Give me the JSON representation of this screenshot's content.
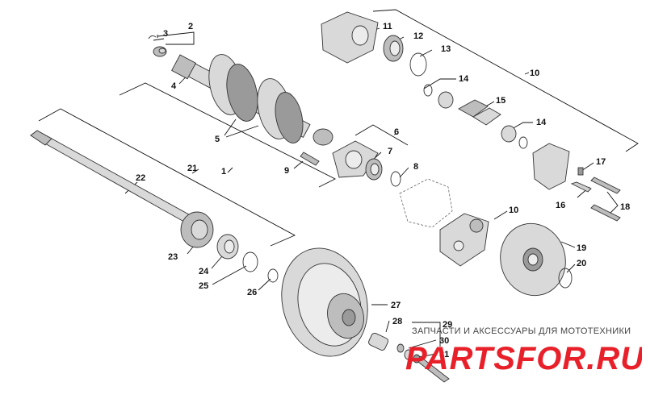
{
  "callouts": [
    {
      "id": "c1",
      "text": "1"
    },
    {
      "id": "c2",
      "text": "2"
    },
    {
      "id": "c3",
      "text": "3"
    },
    {
      "id": "c4",
      "text": "4"
    },
    {
      "id": "c5",
      "text": "5"
    },
    {
      "id": "c6",
      "text": "6"
    },
    {
      "id": "c7",
      "text": "7"
    },
    {
      "id": "c8",
      "text": "8"
    },
    {
      "id": "c9",
      "text": "9"
    },
    {
      "id": "c10a",
      "text": "10"
    },
    {
      "id": "c10b",
      "text": "10"
    },
    {
      "id": "c11",
      "text": "11"
    },
    {
      "id": "c12",
      "text": "12"
    },
    {
      "id": "c13",
      "text": "13"
    },
    {
      "id": "c14a",
      "text": "14"
    },
    {
      "id": "c14b",
      "text": "14"
    },
    {
      "id": "c15",
      "text": "15"
    },
    {
      "id": "c16",
      "text": "16"
    },
    {
      "id": "c17",
      "text": "17"
    },
    {
      "id": "c18",
      "text": "18"
    },
    {
      "id": "c19",
      "text": "19"
    },
    {
      "id": "c20",
      "text": "20"
    },
    {
      "id": "c21",
      "text": "21"
    },
    {
      "id": "c22",
      "text": "22"
    },
    {
      "id": "c23",
      "text": "23"
    },
    {
      "id": "c24",
      "text": "24"
    },
    {
      "id": "c25",
      "text": "25"
    },
    {
      "id": "c26",
      "text": "26"
    },
    {
      "id": "c27",
      "text": "27"
    },
    {
      "id": "c28",
      "text": "28"
    },
    {
      "id": "c29",
      "text": "29"
    },
    {
      "id": "c30",
      "text": "30"
    },
    {
      "id": "c31",
      "text": "31"
    }
  ],
  "watermark": {
    "tagline": "ЗАПЧАСТИ И АКСЕССУАРЫ ДЛЯ МОТОТЕХНИКИ",
    "logo_text": "PARTSFOR.RU",
    "logo_color": "#e8202a"
  }
}
